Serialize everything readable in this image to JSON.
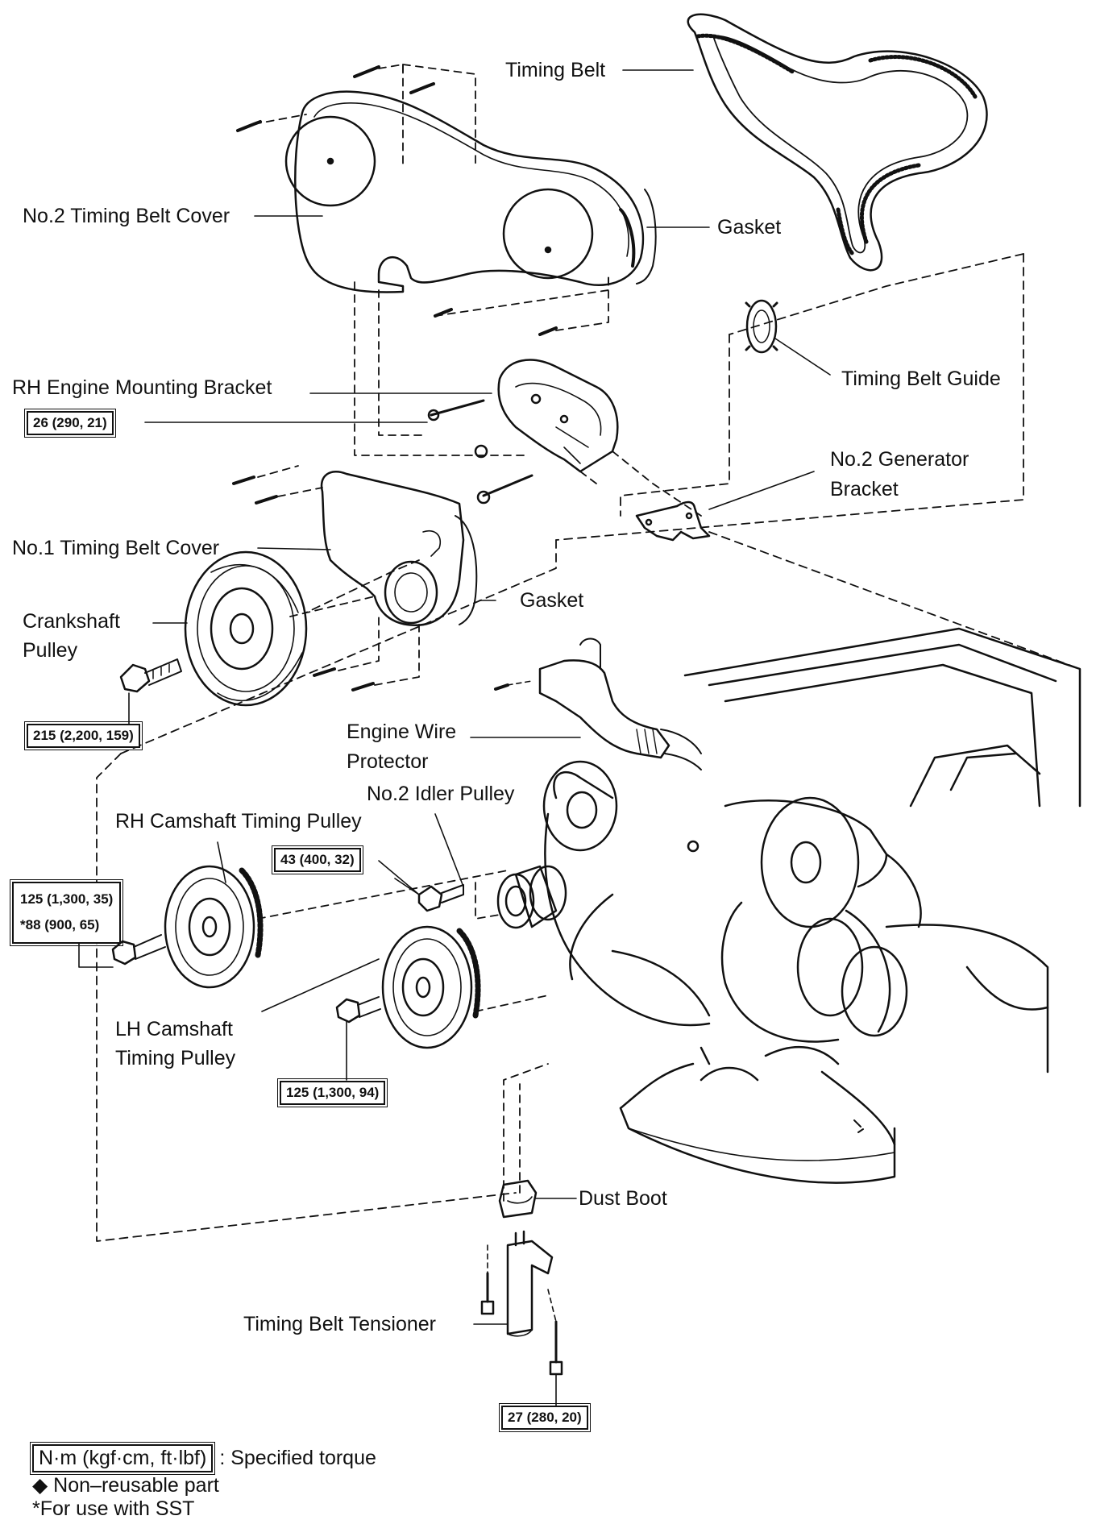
{
  "labels": {
    "timing_belt": "Timing Belt",
    "no2_timing_belt_cover": "No.2 Timing Belt Cover",
    "gasket_upper": "Gasket",
    "timing_belt_guide": "Timing Belt Guide",
    "rh_engine_mounting_bracket": "RH Engine Mounting Bracket",
    "no2_generator_bracket_line1": "No.2 Generator",
    "no2_generator_bracket_line2": "Bracket",
    "no1_timing_belt_cover": "No.1 Timing Belt Cover",
    "gasket_lower": "Gasket",
    "crankshaft_pulley_line1": "Crankshaft",
    "crankshaft_pulley_line2": "Pulley",
    "engine_wire_protector_line1": "Engine Wire",
    "engine_wire_protector_line2": "Protector",
    "no2_idler_pulley": "No.2 Idler Pulley",
    "rh_camshaft_timing_pulley": "RH Camshaft Timing Pulley",
    "lh_camshaft_timing_pulley_line1": "LH Camshaft",
    "lh_camshaft_timing_pulley_line2": "Timing Pulley",
    "dust_boot": "Dust Boot",
    "timing_belt_tensioner": "Timing Belt Tensioner"
  },
  "torques": {
    "bracket_bolt": "26 (290, 21)",
    "crank_bolt": "215 (2,200, 159)",
    "idler_bolt": "43 (400, 32)",
    "rh_cam_bolt_line1": "125 (1,300, 35)",
    "rh_cam_bolt_line2": "*88 (900, 65)",
    "lh_cam_bolt": "125 (1,300, 94)",
    "tensioner_bolt": "27 (280, 20)"
  },
  "legend": {
    "unit_box": "N·m (kgf·cm, ft·lbf)",
    "unit_desc": ": Specified torque",
    "non_reusable": "◆ Non–reusable part",
    "sst_note": "*For use with SST"
  }
}
